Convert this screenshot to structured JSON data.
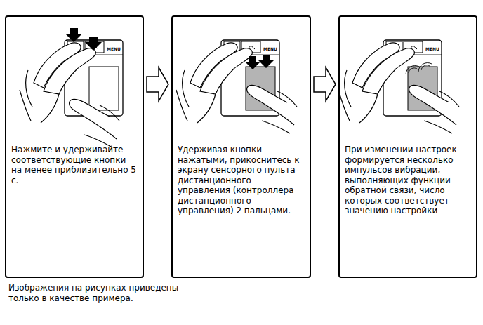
{
  "diagram": {
    "caption": "Изображения на рисунках приведены только в качестве примера.",
    "nodes": [
      {
        "text": [
          "Нажмите и удерживайте соответствующие кнопки на менее приблизительно 5 с."
        ]
      },
      {
        "text": [
          "Удерживая кнопки нажатыми, прикоснитесь к экрану сенсорного пульта дистанционного управления (контроллера дистанционного управления) 2 пальцами."
        ]
      },
      {
        "text": [
          "При изменении настроек формируется несколько импульсов вибрации, выполняющих функции обратной связи, число которых соответствует значению настройки"
        ]
      }
    ],
    "edges": [
      {
        "from": 0,
        "to": 1,
        "arrow": "to"
      },
      {
        "from": 1,
        "to": 2,
        "arrow": "to"
      }
    ],
    "labels": [
      "MENU",
      "MENU",
      "MENU"
    ]
  }
}
